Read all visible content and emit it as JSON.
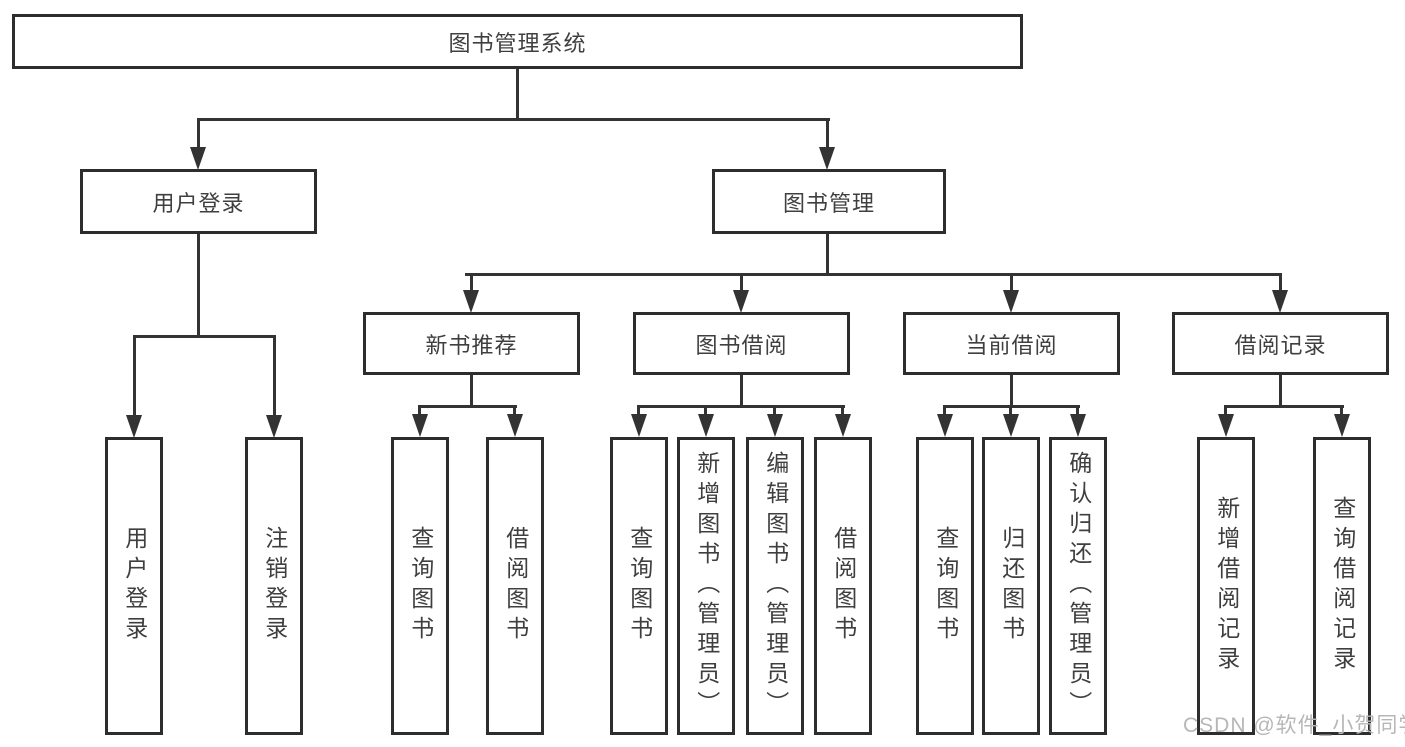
{
  "diagram": {
    "root": {
      "label": "图书管理系统",
      "children": [
        {
          "label": "用户登录",
          "children": [
            {
              "label": "用户登录"
            },
            {
              "label": "注销登录"
            }
          ]
        },
        {
          "label": "图书管理",
          "children": [
            {
              "label": "新书推荐",
              "children": [
                {
                  "label": "查询图书"
                },
                {
                  "label": "借阅图书"
                }
              ]
            },
            {
              "label": "图书借阅",
              "children": [
                {
                  "label": "查询图书"
                },
                {
                  "label": "新增图书（管理员）"
                },
                {
                  "label": "编辑图书（管理员）"
                },
                {
                  "label": "借阅图书"
                }
              ]
            },
            {
              "label": "当前借阅",
              "children": [
                {
                  "label": "查询图书"
                },
                {
                  "label": "归还图书"
                },
                {
                  "label": "确认归还（管理员）"
                }
              ]
            },
            {
              "label": "借阅记录",
              "children": [
                {
                  "label": "新增借阅记录"
                },
                {
                  "label": "查询借阅记录"
                }
              ]
            }
          ]
        }
      ]
    }
  },
  "watermark": {
    "text": "CSDN @软件_小贺同学"
  },
  "colors": {
    "line": "#333333",
    "border": "#2d2d2d",
    "text": "#3f3f3f",
    "background": "#ffffff",
    "watermark": "#b7b7b7"
  }
}
